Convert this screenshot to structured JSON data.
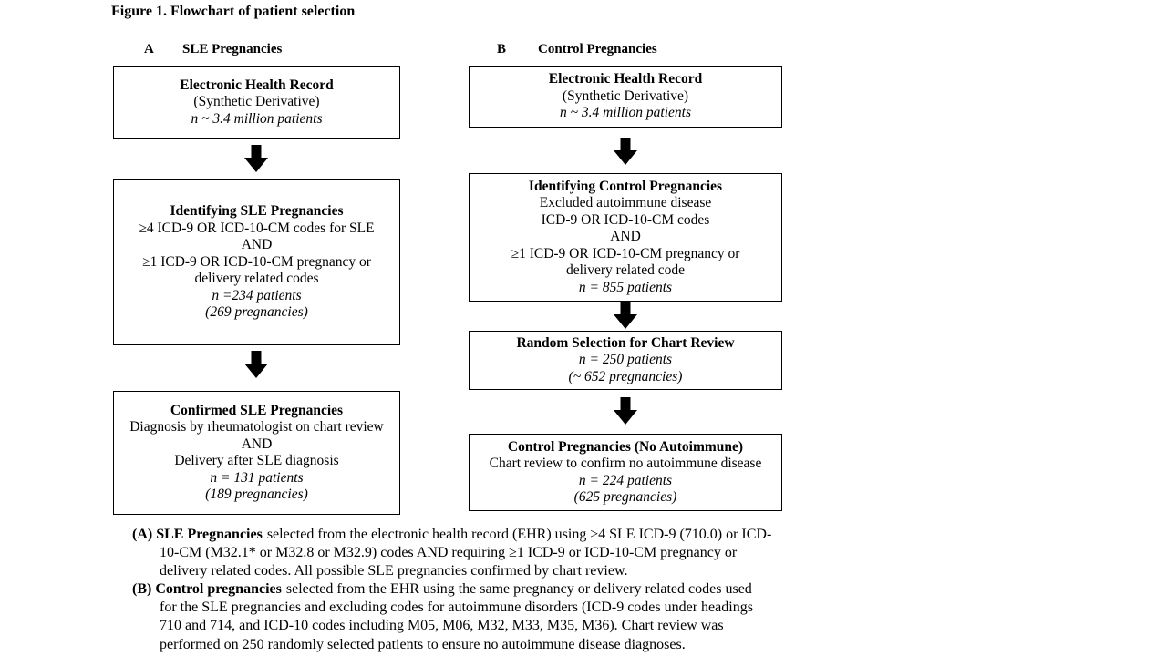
{
  "figure": {
    "title": "Figure 1. Flowchart of patient selection"
  },
  "columns": {
    "left": {
      "label": "A",
      "heading": "SLE Pregnancies",
      "boxes": [
        {
          "title": "Electronic Health Record",
          "lines": [
            "(Synthetic Derivative)"
          ],
          "stats": [
            "n ~ 3.4 million patients"
          ]
        },
        {
          "title": "Identifying SLE Pregnancies",
          "lines": [
            "≥4 ICD-9 OR ICD-10-CM codes for SLE",
            "AND",
            "≥1 ICD-9 OR ICD-10-CM pregnancy or",
            "delivery related codes"
          ],
          "stats": [
            "n =234 patients",
            "(269 pregnancies)"
          ]
        },
        {
          "title": "Confirmed SLE Pregnancies",
          "lines": [
            "Diagnosis by rheumatologist on chart review",
            "AND",
            "Delivery after SLE diagnosis"
          ],
          "stats": [
            "n = 131 patients",
            "(189 pregnancies)"
          ]
        }
      ]
    },
    "right": {
      "label": "B",
      "heading": "Control Pregnancies",
      "boxes": [
        {
          "title": "Electronic Health Record",
          "lines": [
            "(Synthetic Derivative)"
          ],
          "stats": [
            "n ~ 3.4 million patients"
          ]
        },
        {
          "title": "Identifying Control Pregnancies",
          "lines": [
            "Excluded autoimmune disease",
            "ICD-9 OR ICD-10-CM codes",
            "AND",
            "≥1 ICD-9 OR ICD-10-CM pregnancy or",
            "delivery related code"
          ],
          "stats": [
            "n = 855 patients"
          ]
        },
        {
          "title": "Random Selection for Chart Review",
          "lines": [],
          "stats": [
            "n = 250 patients",
            "(~ 652 pregnancies)"
          ]
        },
        {
          "title": "Control Pregnancies (No Autoimmune)",
          "lines": [
            "Chart review to confirm no autoimmune disease"
          ],
          "stats": [
            "n = 224 patients",
            "(625 pregnancies)"
          ]
        }
      ]
    }
  },
  "footnotes": [
    {
      "lead": "(A) SLE Pregnancies",
      "lines": [
        "selected from the electronic health record (EHR) using ≥4 SLE ICD-9 (710.0) or ICD-",
        "10-CM (M32.1* or M32.8 or M32.9) codes AND requiring ≥1 ICD-9 or ICD-10-CM pregnancy or",
        "delivery related codes. All possible SLE pregnancies confirmed by chart review."
      ]
    },
    {
      "lead": "(B) Control pregnancies",
      "lines": [
        "selected from the EHR using the same pregnancy or delivery related codes used",
        "for the SLE pregnancies and excluding codes for autoimmune disorders (ICD-9 codes under headings",
        "710 and 714, and ICD-10 codes including M05, M06, M32, M33, M35, M36). Chart review was",
        "performed on 250 randomly selected patients to ensure no autoimmune disease diagnoses."
      ]
    }
  ],
  "colors": {
    "background": "#ffffff",
    "line": "#000000",
    "text": "#000000"
  }
}
